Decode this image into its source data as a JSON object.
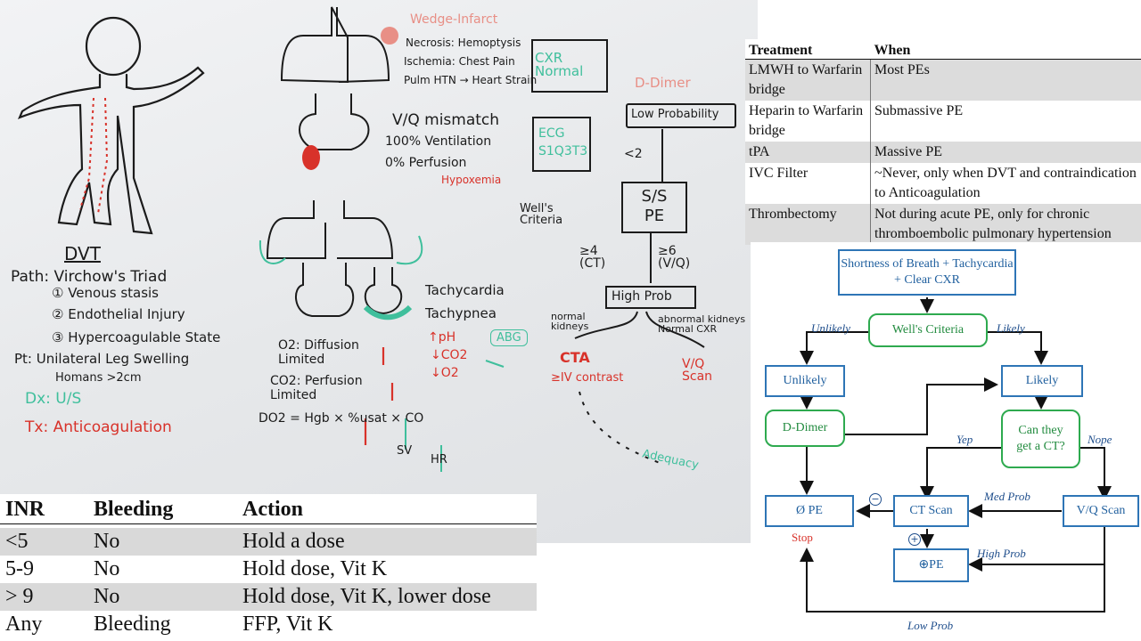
{
  "whiteboard": {
    "wedge": "Wedge-Infarct",
    "necrosis": "Necrosis: Hemoptysis",
    "ischemia": "Ischemia: Chest Pain",
    "pulm_htn": "Pulm HTN → Heart Strain",
    "cxr": "CXR Normal",
    "ecg": "ECG S1Q3T3",
    "vq_mismatch": "V/Q mismatch",
    "ventilation": "100% Ventilation",
    "perfusion": "0% Perfusion",
    "hypoxemia": "Hypoxemia",
    "ddimer": "D-Dimer",
    "low_prob": "Low Probability",
    "lt2": "<2",
    "ss_pe": "S/S PE",
    "wells": "Well's Criteria",
    "ge4": "≥4 (CT)",
    "ge6": "≥6 (V/Q)",
    "high_prob": "High Prob",
    "normal_kidneys": "normal kidneys",
    "abnormal_kidneys": "abnormal kidneys Normal CXR",
    "cta": "CTA",
    "iv_contrast": "≥IV contrast",
    "vq_scan": "V/Q Scan",
    "adequacy": "Adequacy",
    "tachycardia": "Tachycardia",
    "tachypnea": "Tachypnea",
    "ph": "↑pH",
    "co2": "↓CO2",
    "o2": "↓O2",
    "abg": "ABG",
    "o2_diffusion": "O2: Diffusion Limited",
    "co2_perfusion": "CO2: Perfusion Limited",
    "do2": "DO2 = Hgb × %usat × CO",
    "sv": "SV",
    "hr": "HR",
    "dvt": "DVT",
    "path": "Path: Virchow's Triad",
    "venous": "① Venous stasis",
    "endothelial": "② Endothelial Injury",
    "hypercoag": "③ Hypercoagulable State",
    "pt": "Pt: Unilateral Leg Swelling",
    "homans": "Homans >2cm",
    "dx": "Dx: U/S",
    "tx": "Tx: Anticoagulation"
  },
  "treatment_table": {
    "headers": [
      "Treatment",
      "When"
    ],
    "rows": [
      [
        "LMWH to Warfarin bridge",
        "Most PEs"
      ],
      [
        "Heparin to Warfarin bridge",
        "Submassive PE"
      ],
      [
        "tPA",
        "Massive PE"
      ],
      [
        "IVC Filter",
        "~Never, only when DVT and contraindication to Anticoagulation"
      ],
      [
        "Thrombectomy",
        "Not during acute PE, only for chronic thromboembolic pulmonary hypertension"
      ]
    ]
  },
  "inr_table": {
    "headers": [
      "INR",
      "Bleeding",
      "Action"
    ],
    "rows": [
      [
        "<5",
        "No",
        "Hold a dose"
      ],
      [
        "5-9",
        "No",
        "Hold dose, Vit K"
      ],
      [
        "> 9",
        "No",
        "Hold dose, Vit K, lower dose"
      ],
      [
        "Any",
        "Bleeding",
        "FFP, Vit K"
      ]
    ]
  },
  "flowchart": {
    "start": "Shortness of Breath + Tachycardia + Clear CXR",
    "wells": "Well's Criteria",
    "unlikely_label": "Unlikely",
    "likely_label": "Likely",
    "unlikely_box": "Unlikely",
    "likely_box": "Likely",
    "ddimer": "D-Dimer",
    "can_ct": "Can they get a CT?",
    "yep": "Yep",
    "nope": "Nope",
    "no_pe": "Ø PE",
    "stop": "Stop",
    "ct_scan": "CT Scan",
    "med_prob": "Med Prob",
    "vq_scan": "V/Q Scan",
    "pos_pe": "⊕PE",
    "high_prob": "High Prob",
    "low_prob": "Low Prob",
    "minus": "−",
    "plus": "+",
    "colors": {
      "blue": "#2e75b6",
      "green": "#2eaa4f",
      "red": "#d8322a"
    }
  }
}
